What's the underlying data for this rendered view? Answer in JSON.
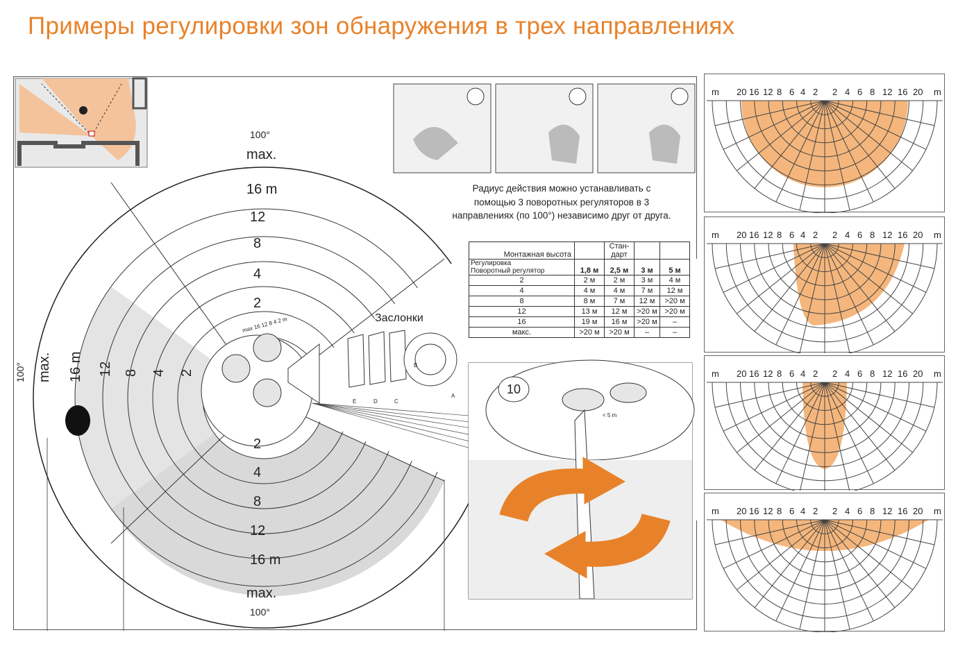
{
  "title": "Примеры регулировки зон обнаружения в трех направлениях",
  "colors": {
    "title": "#e8822a",
    "zone": "#f4b67c",
    "arrow": "#e8822a",
    "grid": "#444"
  },
  "diagram": {
    "angle_label": "100°",
    "rings": [
      "max.",
      "16 m",
      "12",
      "8",
      "4",
      "2"
    ],
    "left_rings": [
      "max.",
      "16 m",
      "12",
      "8",
      "4",
      "2"
    ],
    "knob_scale": "max 16 12 8 4 2 m",
    "dial_number": "10",
    "shutter_letters": [
      "E",
      "D",
      "C",
      "B",
      "A"
    ],
    "small_label": "< 5 m"
  },
  "description": "Радиус действия можно устанавливать с\nпомощью 3 поворотных регуляторов в 3\nнаправлениях (по 100°) независимо друг от друга.",
  "shutters_label": "Заслонки",
  "table": {
    "header_mount": "Монтажная высота",
    "header_std": "Стан-\nдарт",
    "header_adj": "Регулировка",
    "header_knob": "Поворотный регулятор",
    "columns": [
      "1,8 м",
      "2,5 м",
      "3 м",
      "5 м"
    ],
    "rows": [
      [
        "2",
        "2 м",
        "2 м",
        "3 м",
        "4 м"
      ],
      [
        "4",
        "4 м",
        "4 м",
        "7 м",
        "12 м"
      ],
      [
        "8",
        "8 м",
        "7 м",
        "12 м",
        ">20 м"
      ],
      [
        "12",
        "13 м",
        "12 м",
        ">20 м",
        ">20 м"
      ],
      [
        "16",
        "19 м",
        "16 м",
        ">20 м",
        "–"
      ],
      [
        "макс.",
        ">20 м",
        ">20 м",
        "–",
        "–"
      ]
    ]
  },
  "zone_scale": {
    "labels": [
      "m",
      "20",
      "16",
      "12",
      "8",
      "6",
      "4",
      "2",
      "2",
      "4",
      "6",
      "8",
      "12",
      "16",
      "20",
      "m"
    ]
  }
}
